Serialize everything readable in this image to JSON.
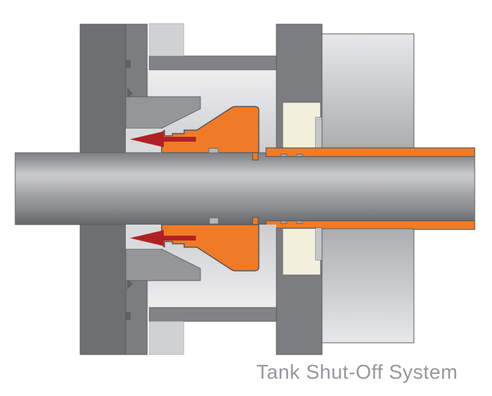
{
  "caption": "Tank Shut-Off System",
  "diagram": {
    "type": "mechanical-cross-section",
    "arrows": {
      "count": 2,
      "direction": "left",
      "meaning": "flow/pressure direction toward tank"
    },
    "components": [
      "housing blocks",
      "rotating shaft",
      "orange seal wedges",
      "orange tube liner",
      "cream insert blocks",
      "end caps",
      "seal glands",
      "flow arrows"
    ]
  },
  "palette": {
    "background": "#ffffff",
    "outline": "#595a5c",
    "orange": "#f07b26",
    "orange_outline": "#58595b",
    "red": "#b12025",
    "block_dark_gray": "#6e6f72",
    "column_gray": "#7c7d80",
    "bar_gray": "#828386",
    "panel_gray": "#d0d1d3",
    "gland_gray": "#95969a",
    "pocket_gray": "#d9dadc",
    "cavity_light": "#eeeeef",
    "cavity_shade": "#cbcdcf",
    "cream": "#f2f0dd",
    "cream_outline": "#6f7074",
    "cap_light": "#e7e8e9",
    "cap_dark": "#abadaf",
    "step_gray": "#c5c7c9",
    "shaft_top": "#7f8083",
    "shaft_highlight": "#c9cacc",
    "shaft_low": "#8a8b8e",
    "shaft_bottom": "#676868",
    "shaft_edge": "#5e5f62",
    "stud_gray": "#b6b7b9",
    "tab_dark": "#606164",
    "tube_tab_gray": "#9fa0a3",
    "caption": "#96989b"
  }
}
